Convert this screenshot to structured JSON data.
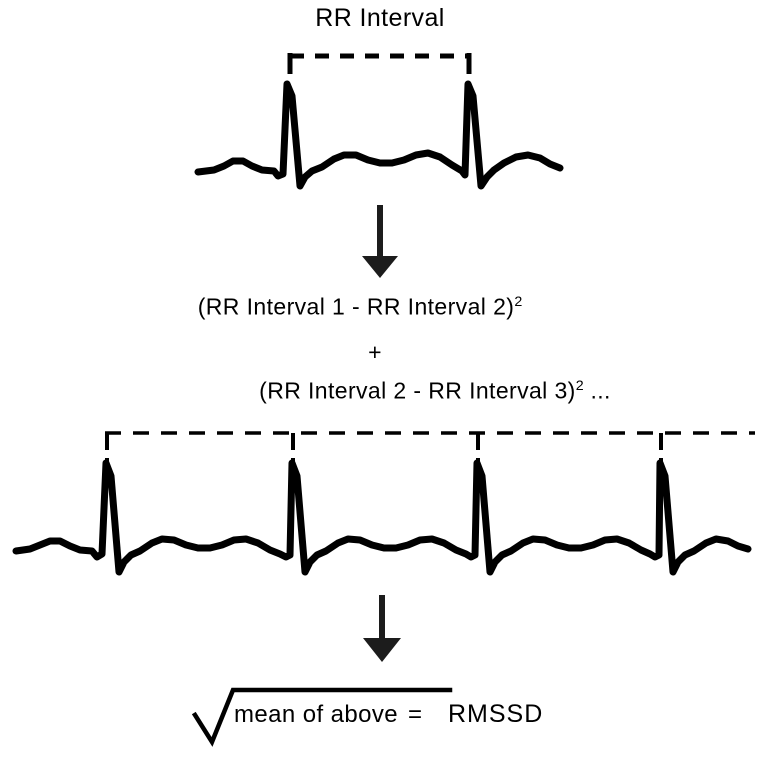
{
  "figure": {
    "title": "RR Interval",
    "type": "ecg-rmssd-explainer",
    "background_color": "#ffffff",
    "stroke_color": "#000000"
  },
  "top_panel": {
    "bracket_label": "RR Interval",
    "beats": 2,
    "annotation": "dashed bracket spanning one RR interval between two R peaks"
  },
  "formula": {
    "line_1": "(RR Interval 1 - RR Interval 2)",
    "line_1_exponent": "2",
    "operator": "+",
    "line_2": "(RR Interval 2 - RR Interval 3)",
    "line_2_exponent": "2",
    "line_2_ellipsis": " ..."
  },
  "bottom_panel": {
    "beats": 4,
    "annotation": "dashed horizontal reference line with drop lines to each R peak"
  },
  "result": {
    "radicand": "mean of above",
    "equals": "=",
    "output": "RMSSD"
  },
  "arrows": [
    {
      "name": "arrow-to-formula",
      "direction": "down"
    },
    {
      "name": "arrow-to-result",
      "direction": "down"
    }
  ],
  "chart_data": {
    "type": "line",
    "title": "RR Interval",
    "xlabel": "",
    "ylabel": "",
    "series": [
      {
        "name": "ecg-top",
        "beats": 2,
        "r_peak_x": [
          289,
          470
        ],
        "baseline_y": 168,
        "peak_y": 84,
        "x_range": [
          198,
          560
        ]
      },
      {
        "name": "ecg-bottom",
        "beats": 4,
        "r_peak_x": [
          108,
          293,
          478,
          662
        ],
        "baseline_y": 548,
        "peak_y": 463,
        "x_range": [
          16,
          748
        ]
      }
    ],
    "annotations": [
      {
        "name": "rr-bracket",
        "x0": 289,
        "x1": 470,
        "y": 55
      },
      {
        "name": "rr-reference-line",
        "x0": 105,
        "x1": 755,
        "y": 432
      }
    ],
    "grid": false,
    "legend": "none"
  }
}
